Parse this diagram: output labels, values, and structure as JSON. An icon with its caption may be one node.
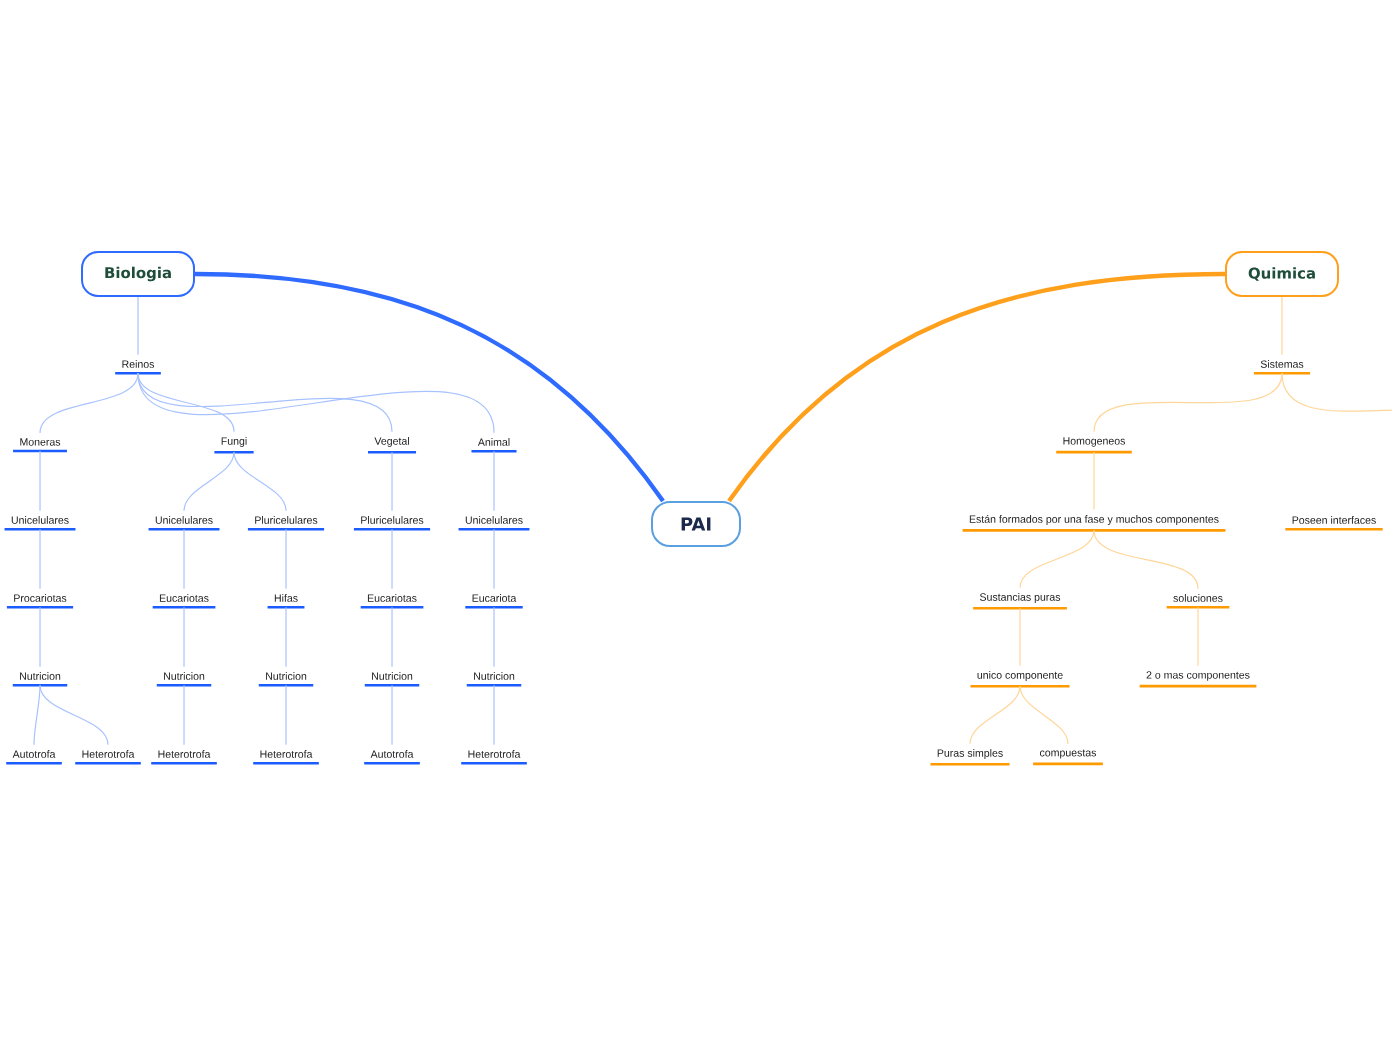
{
  "diagram": {
    "nodes": [
      {
        "text": [
          "PAI"
        ]
      },
      {
        "text": [
          "Biologia"
        ]
      },
      {
        "text": [
          "Reinos"
        ]
      },
      {
        "text": [
          "Moneras"
        ]
      },
      {
        "text": [
          "Fungi"
        ]
      },
      {
        "text": [
          "Vegetal"
        ]
      },
      {
        "text": [
          "Animal"
        ]
      },
      {
        "text": [
          "Unicelulares"
        ]
      },
      {
        "text": [
          "Unicelulares"
        ]
      },
      {
        "text": [
          "Pluricelulares"
        ]
      },
      {
        "text": [
          "Pluricelulares"
        ]
      },
      {
        "text": [
          "Unicelulares"
        ]
      },
      {
        "text": [
          "Procariotas"
        ]
      },
      {
        "text": [
          "Eucariotas"
        ]
      },
      {
        "text": [
          "Hifas"
        ]
      },
      {
        "text": [
          "Eucariotas"
        ]
      },
      {
        "text": [
          "Eucariota"
        ]
      },
      {
        "text": [
          "Nutricion"
        ]
      },
      {
        "text": [
          "Nutricion"
        ]
      },
      {
        "text": [
          "Nutricion"
        ]
      },
      {
        "text": [
          "Nutricion"
        ]
      },
      {
        "text": [
          "Nutricion"
        ]
      },
      {
        "text": [
          "Autotrofa"
        ]
      },
      {
        "text": [
          "Heterotrofa"
        ]
      },
      {
        "text": [
          "Heterotrofa"
        ]
      },
      {
        "text": [
          "Heterotrofa"
        ]
      },
      {
        "text": [
          "Autotrofa"
        ]
      },
      {
        "text": [
          "Heterotrofa"
        ]
      },
      {
        "text": [
          "Quimica"
        ]
      },
      {
        "text": [
          "Sistemas"
        ]
      },
      {
        "text": [
          "Homogeneos"
        ]
      },
      {
        "text": [
          "Están formados por una fase y muchos componentes"
        ]
      },
      {
        "text": [
          "Poseen interfaces"
        ]
      },
      {
        "text": [
          "Sustancias puras"
        ]
      },
      {
        "text": [
          "soluciones"
        ]
      },
      {
        "text": [
          "unico componente"
        ]
      },
      {
        "text": [
          "2 o mas componentes"
        ]
      },
      {
        "text": [
          "Puras simples"
        ]
      },
      {
        "text": [
          "compuestas"
        ]
      }
    ],
    "edges": [
      {
        "from": 0,
        "to": 1,
        "arrow": "none",
        "style": "thick",
        "color": "#2f6bff"
      },
      {
        "from": 0,
        "to": 28,
        "arrow": "none",
        "style": "thick",
        "color": "#ffa01c"
      },
      {
        "from": 1,
        "to": 2,
        "arrow": "none"
      },
      {
        "from": 2,
        "to": 3,
        "arrow": "none"
      },
      {
        "from": 2,
        "to": 4,
        "arrow": "none"
      },
      {
        "from": 2,
        "to": 5,
        "arrow": "none"
      },
      {
        "from": 2,
        "to": 6,
        "arrow": "none"
      },
      {
        "from": 3,
        "to": 7,
        "arrow": "none"
      },
      {
        "from": 4,
        "to": 8,
        "arrow": "none"
      },
      {
        "from": 4,
        "to": 9,
        "arrow": "none"
      },
      {
        "from": 5,
        "to": 10,
        "arrow": "none"
      },
      {
        "from": 6,
        "to": 11,
        "arrow": "none"
      },
      {
        "from": 7,
        "to": 12,
        "arrow": "none"
      },
      {
        "from": 8,
        "to": 13,
        "arrow": "none"
      },
      {
        "from": 9,
        "to": 14,
        "arrow": "none"
      },
      {
        "from": 10,
        "to": 15,
        "arrow": "none"
      },
      {
        "from": 11,
        "to": 16,
        "arrow": "none"
      },
      {
        "from": 12,
        "to": 17,
        "arrow": "none"
      },
      {
        "from": 13,
        "to": 18,
        "arrow": "none"
      },
      {
        "from": 14,
        "to": 19,
        "arrow": "none"
      },
      {
        "from": 15,
        "to": 20,
        "arrow": "none"
      },
      {
        "from": 16,
        "to": 21,
        "arrow": "none"
      },
      {
        "from": 17,
        "to": 22,
        "arrow": "none"
      },
      {
        "from": 17,
        "to": 23,
        "arrow": "none"
      },
      {
        "from": 18,
        "to": 24,
        "arrow": "none"
      },
      {
        "from": 19,
        "to": 25,
        "arrow": "none"
      },
      {
        "from": 20,
        "to": 26,
        "arrow": "none"
      },
      {
        "from": 21,
        "to": 27,
        "arrow": "none"
      },
      {
        "from": 28,
        "to": 29,
        "arrow": "none",
        "color": "#ffd699"
      },
      {
        "from": 29,
        "to": 30,
        "arrow": "none",
        "color": "#ffd699"
      },
      {
        "from": 29,
        "to": null,
        "arrow": "none",
        "color": "#ffd699"
      },
      {
        "from": 30,
        "to": 31,
        "arrow": "none",
        "color": "#ffd699"
      },
      {
        "from": 31,
        "to": 33,
        "arrow": "none",
        "color": "#ffd699"
      },
      {
        "from": 31,
        "to": 34,
        "arrow": "none",
        "color": "#ffd699"
      },
      {
        "from": 33,
        "to": 35,
        "arrow": "none",
        "color": "#ffd699"
      },
      {
        "from": 34,
        "to": 36,
        "arrow": "none",
        "color": "#ffd699"
      },
      {
        "from": 35,
        "to": 37,
        "arrow": "none",
        "color": "#ffd699"
      },
      {
        "from": 35,
        "to": 38,
        "arrow": "none",
        "color": "#ffd699"
      }
    ]
  }
}
